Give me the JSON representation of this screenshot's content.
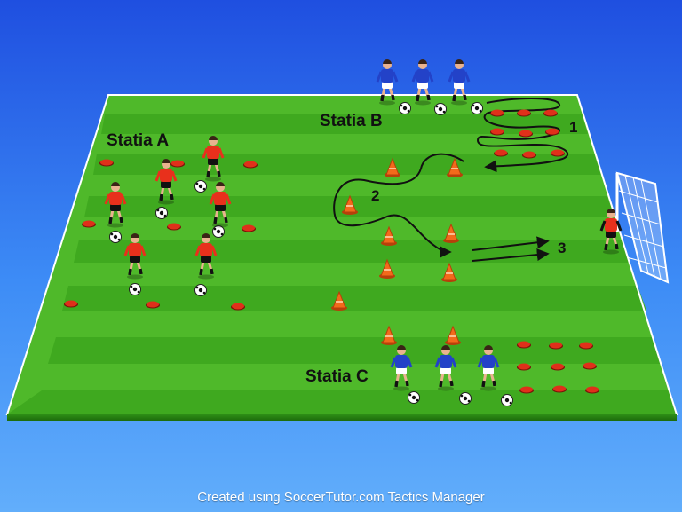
{
  "diagram": {
    "stations": {
      "a": "Statia A",
      "b": "Statia B",
      "c": "Statia C"
    },
    "route_numbers": [
      "1",
      "2",
      "3"
    ]
  },
  "footer": {
    "credit": "Created using SoccerTutor.com Tactics Manager"
  },
  "colors": {
    "pitch_light": "#5dc730",
    "pitch_dark": "#3ea81f",
    "team_red": "#e8301c",
    "team_blue": "#2342c8",
    "cone_orange": "#f26a1b",
    "marker_red": "#e0301a"
  }
}
